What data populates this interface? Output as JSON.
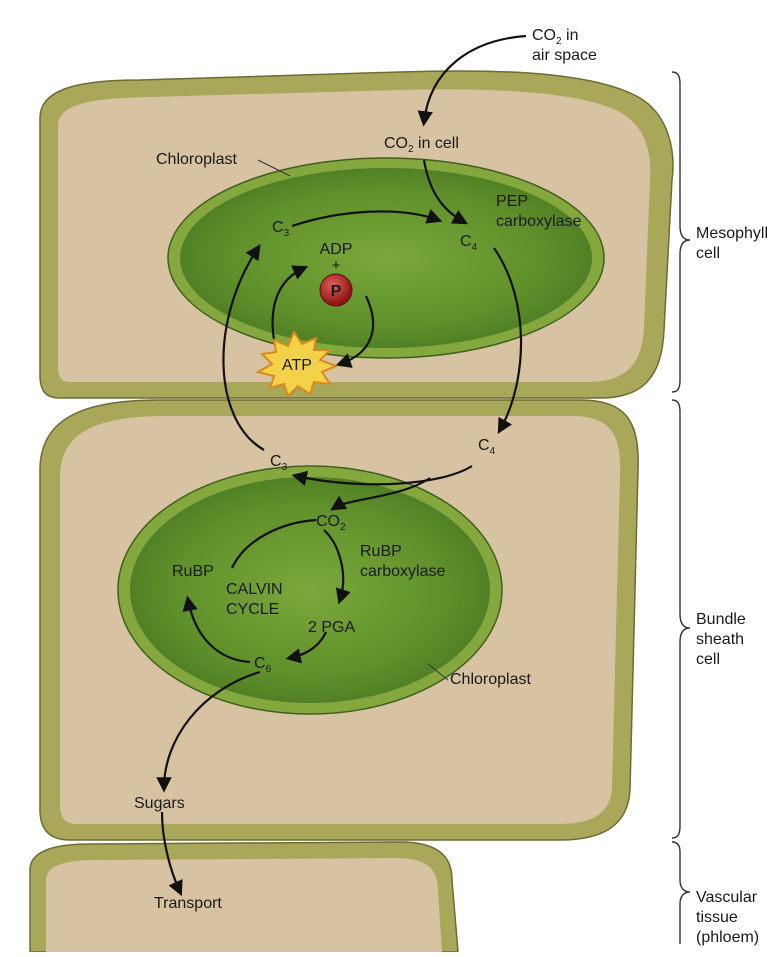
{
  "labels": {
    "co2_air_line1": "CO",
    "co2_air_sub": "2",
    "co2_air_line1_tail": " in",
    "co2_air_line2": "air space",
    "co2_cell": "CO",
    "co2_cell_sub": "2",
    "co2_cell_tail": " in cell",
    "chloroplast_top": "Chloroplast",
    "pep_line1": "PEP",
    "pep_line2": "carboxylase",
    "c3_top": "C",
    "c3_top_sub": "3",
    "c4_top": "C",
    "c4_top_sub": "4",
    "adp": "ADP",
    "plus": "+",
    "p": "P",
    "atp": "ATP",
    "c4_mid": "C",
    "c4_mid_sub": "4",
    "c3_mid": "C",
    "c3_mid_sub": "3",
    "co2_bundle": "CO",
    "co2_bundle_sub": "2",
    "rubp": "RuBP",
    "rubp_carb_line1": "RuBP",
    "rubp_carb_line2": "carboxylase",
    "calvin_line1": "CALVIN",
    "calvin_line2": "CYCLE",
    "pga": "2 PGA",
    "c6": "C",
    "c6_sub": "6",
    "chloroplast_bottom": "Chloroplast",
    "sugars": "Sugars",
    "transport": "Transport"
  },
  "regions": {
    "mesophyll_line1": "Mesophyll",
    "mesophyll_line2": "cell",
    "bundle_line1": "Bundle",
    "bundle_line2": "sheath",
    "bundle_line3": "cell",
    "vascular_line1": "Vascular",
    "vascular_line2": "tissue",
    "vascular_line3": "(phloem)"
  },
  "colors": {
    "cell_wall": "#a9a75a",
    "cytoplasm": "#d7c3a2",
    "chloroplast": "#6f9a2e",
    "phosphate": "#b0201e",
    "atp_burst": "#f3d24a"
  }
}
